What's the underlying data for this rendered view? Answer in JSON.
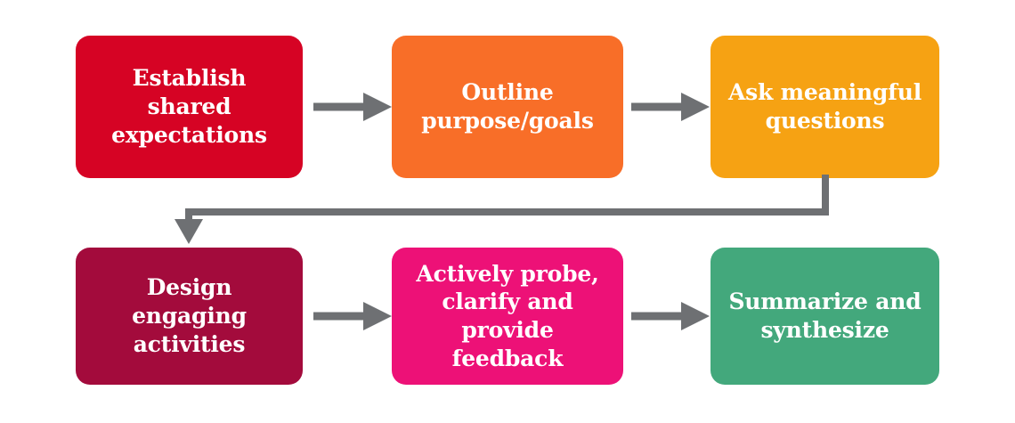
{
  "diagram": {
    "type": "flowchart",
    "title": "",
    "orientation": "two-row-serpentine",
    "arrow_color": "#6E7073",
    "text_color": "#FFFFFF",
    "background": "#FFFFFF",
    "nodes": [
      {
        "id": "node-1",
        "order": 1,
        "label": "Establish shared\nexpectations",
        "color": "#D60324",
        "row": 1,
        "column": 1
      },
      {
        "id": "node-2",
        "order": 2,
        "label": "Outline\npurpose/goals",
        "color": "#F86E28",
        "row": 1,
        "column": 2
      },
      {
        "id": "node-3",
        "order": 3,
        "label": "Ask meaningful\nquestions",
        "color": "#F6A213",
        "row": 1,
        "column": 3
      },
      {
        "id": "node-4",
        "order": 4,
        "label": "Design engaging\nactivities",
        "color": "#A30B3C",
        "row": 2,
        "column": 1
      },
      {
        "id": "node-5",
        "order": 5,
        "label": "Actively probe,\nclarify and\nprovide feedback",
        "color": "#ED1177",
        "row": 2,
        "column": 2
      },
      {
        "id": "node-6",
        "order": 6,
        "label": "Summarize and\nsynthesize",
        "color": "#43A87C",
        "row": 2,
        "column": 3
      }
    ],
    "connectors": [
      {
        "id": "arrow-1-2",
        "from": "node-1",
        "to": "node-2",
        "shape": "straight-right"
      },
      {
        "id": "arrow-2-3",
        "from": "node-2",
        "to": "node-3",
        "shape": "straight-right"
      },
      {
        "id": "arrow-3-4",
        "from": "node-3",
        "to": "node-4",
        "shape": "elbow-down-left-down"
      },
      {
        "id": "arrow-4-5",
        "from": "node-4",
        "to": "node-5",
        "shape": "straight-right"
      },
      {
        "id": "arrow-5-6",
        "from": "node-5",
        "to": "node-6",
        "shape": "straight-right"
      }
    ]
  }
}
